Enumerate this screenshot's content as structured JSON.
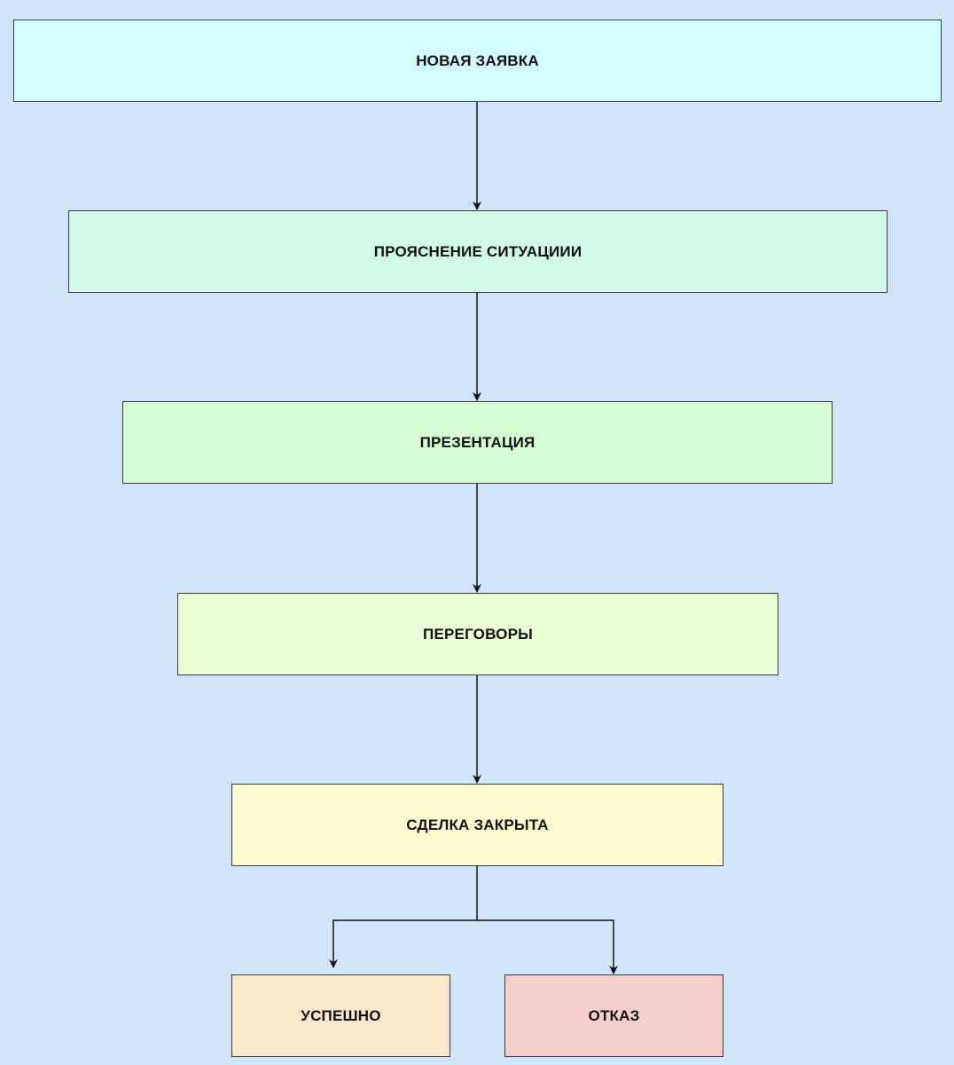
{
  "colors": {
    "background": "#d2e4fb",
    "border": "#3a3a3a",
    "arrow": "#111111"
  },
  "stages": {
    "new_request": {
      "label": "НОВАЯ ЗАЯВКА",
      "fill": "#d3fcfd"
    },
    "clarification": {
      "label": "ПРОЯСНЕНИЕ СИТУАЦИИИ",
      "fill": "#d3fae8"
    },
    "presentation": {
      "label": "ПРЕЗЕНТАЦИЯ",
      "fill": "#d5fcd3"
    },
    "negotiation": {
      "label": "ПЕРЕГОВОРЫ",
      "fill": "#e9fcd3"
    },
    "deal_closed": {
      "label": "СДЕЛКА ЗАКРЫТА",
      "fill": "#fefdd2"
    },
    "success": {
      "label": "УСПЕШНО",
      "fill": "#fbe5cd"
    },
    "refusal": {
      "label": "ОТКАЗ",
      "fill": "#f7cece"
    }
  },
  "edges": [
    {
      "from": "new_request",
      "to": "clarification"
    },
    {
      "from": "clarification",
      "to": "presentation"
    },
    {
      "from": "presentation",
      "to": "negotiation"
    },
    {
      "from": "negotiation",
      "to": "deal_closed"
    },
    {
      "from": "deal_closed",
      "to": "success"
    },
    {
      "from": "deal_closed",
      "to": "refusal"
    }
  ]
}
